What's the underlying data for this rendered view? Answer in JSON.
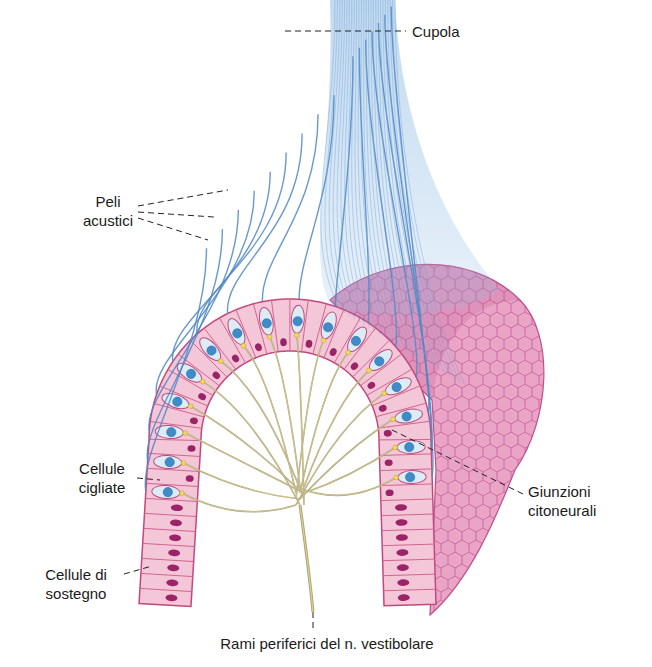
{
  "diagram": {
    "labels": [
      "Cupola",
      "Peli acustici",
      "Cellule cigliate",
      "Cellule di sostegno",
      "Giunzioni citoneurali",
      "Rami periferici del n. vestibolare"
    ]
  }
}
